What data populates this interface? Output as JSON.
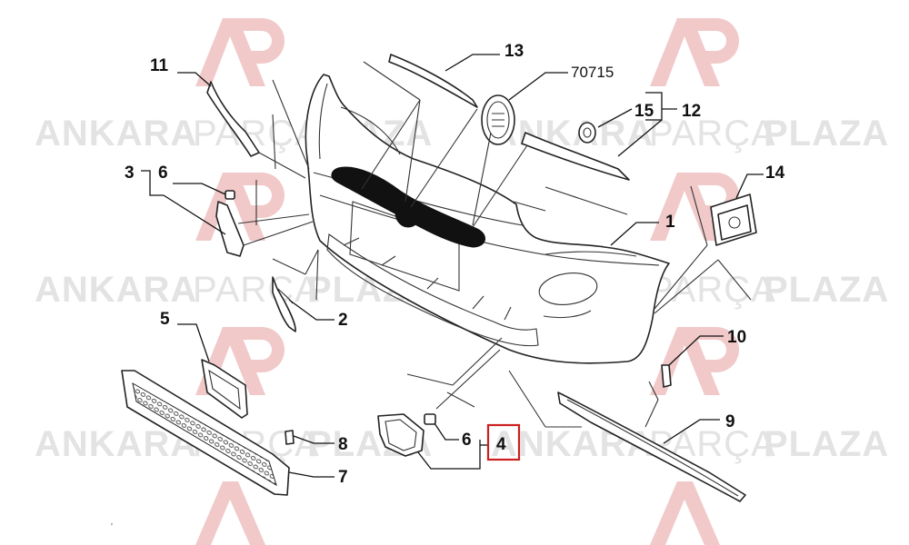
{
  "watermark": {
    "word1": "ANKARA",
    "word2": "PARÇA",
    "word3": "PLAZA",
    "logo_color": "#f1c9c9"
  },
  "labels": {
    "p1": "1",
    "p2": "2",
    "p3": "3",
    "p4": "4",
    "p5": "5",
    "p6a": "6",
    "p6b": "6",
    "p7": "7",
    "p8": "8",
    "p9": "9",
    "p10": "10",
    "p11": "11",
    "p12": "12",
    "p13": "13",
    "p14": "14",
    "p15": "15",
    "code": "70715"
  },
  "highlight": {
    "part": "4",
    "color": "#cc1f1f"
  }
}
